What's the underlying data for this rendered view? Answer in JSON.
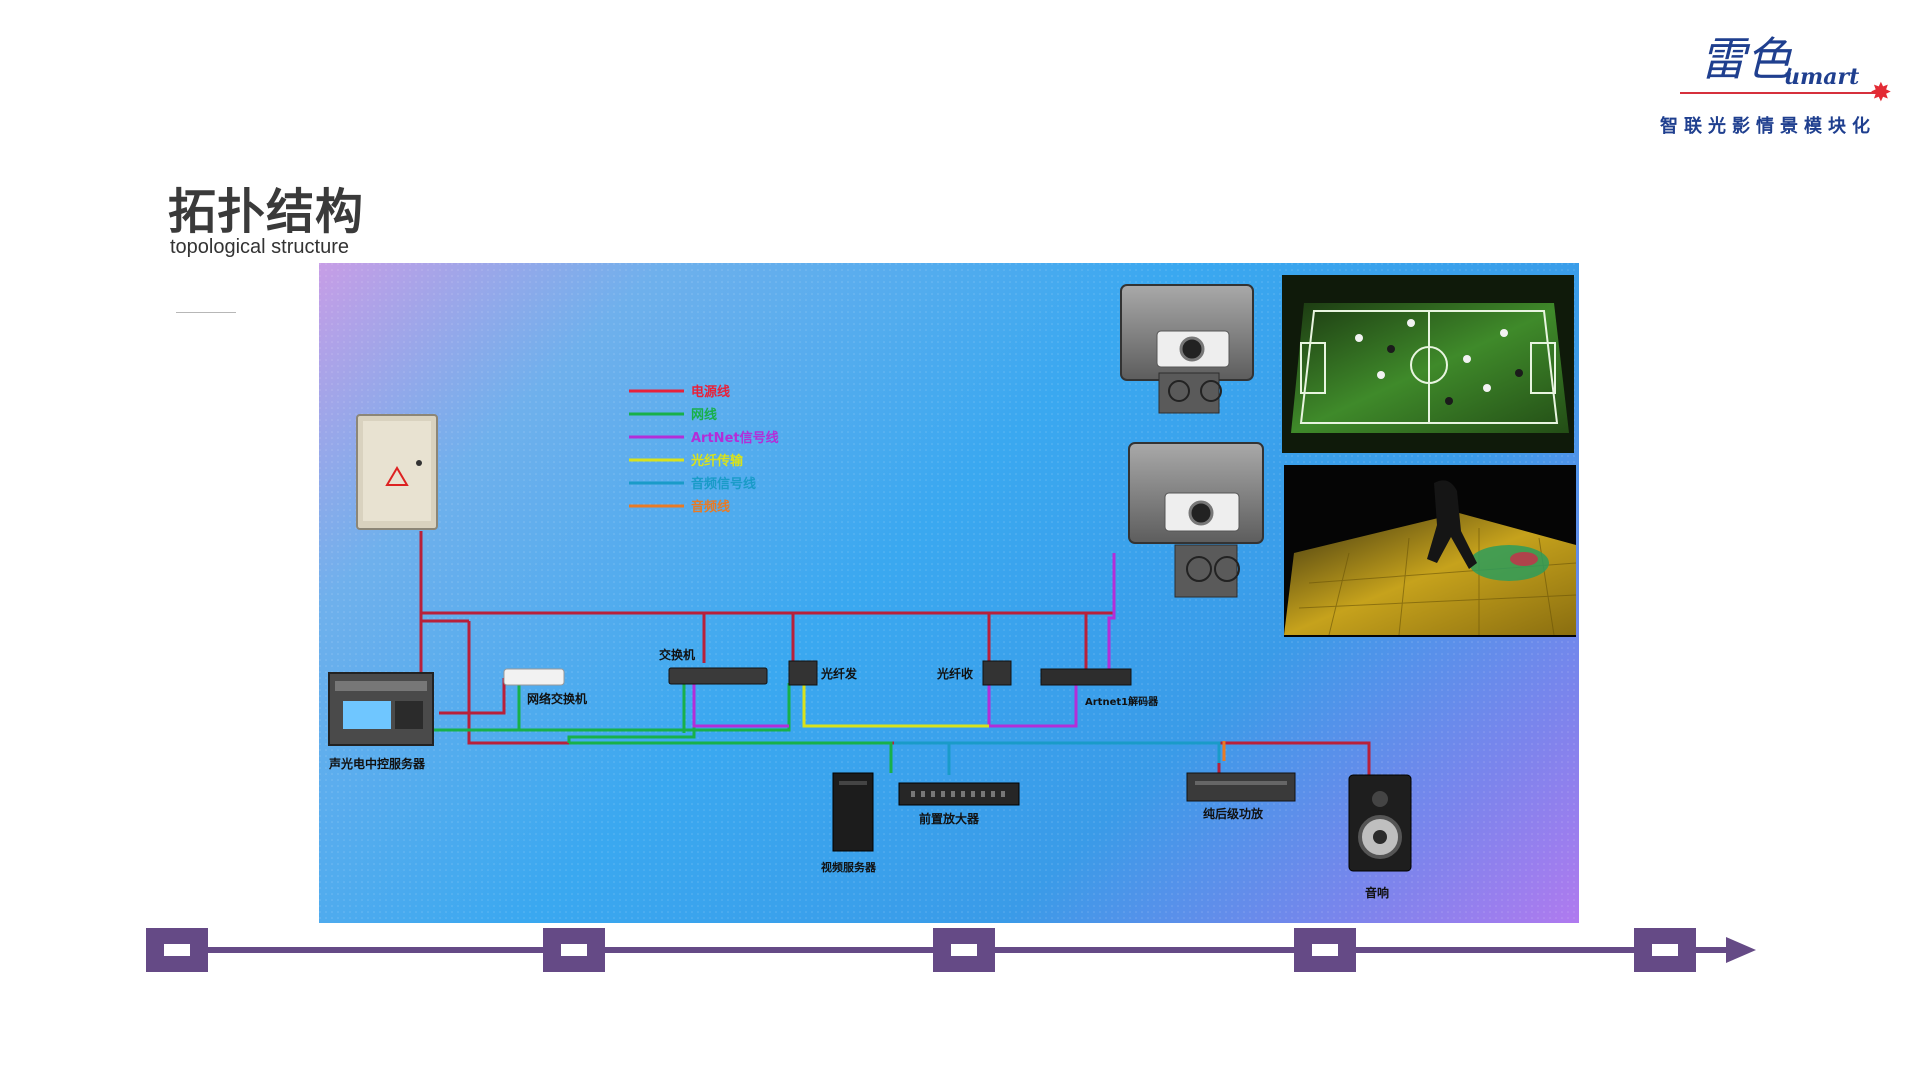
{
  "logo": {
    "script": "雷色",
    "brand": "umart",
    "slogan": "智联光影情景模块化"
  },
  "header": {
    "title_cn": "拓扑结构",
    "title_en": "topological structure"
  },
  "legend": [
    {
      "label": "电源线",
      "color": "#e8213a"
    },
    {
      "label": "网线",
      "color": "#18b04a"
    },
    {
      "label": "ArtNet信号线",
      "color": "#b32ed8"
    },
    {
      "label": "光纤传输",
      "color": "#d8e21c"
    },
    {
      "label": "音频信号线",
      "color": "#1a9bc8"
    },
    {
      "label": "音频线",
      "color": "#e87a24"
    }
  ],
  "devices": {
    "server": "声光电中控服务器",
    "network_switch": "网络交换机",
    "switch": "交换机",
    "fiber_tx": "光纤发",
    "fiber_rx": "光纤收",
    "artnet_decoder": "Artnet1解码器",
    "video_server": "视频服务器",
    "preamp": "前置放大器",
    "power_amp": "纯后级功放",
    "speaker": "音响"
  },
  "colors": {
    "timeline": "#654a86",
    "title": "#3a3a3a",
    "logo_blue": "#1f3f8f",
    "logo_red": "#e32b35"
  }
}
